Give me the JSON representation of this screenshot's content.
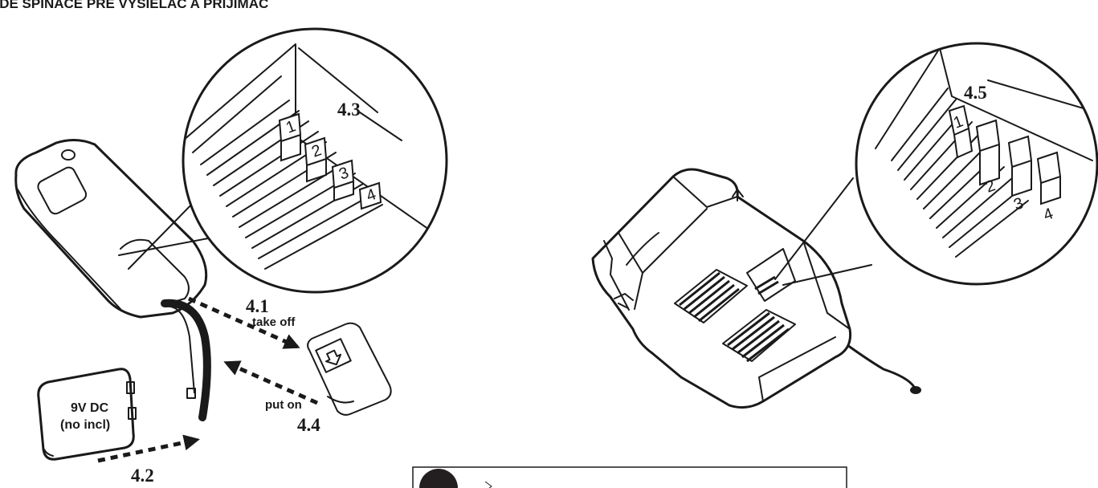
{
  "title": "ODE SPÍNAČE PRE VYSIELAČ A PRIJÍMAČ",
  "labels": {
    "step_4_1": "4.1",
    "step_4_2": "4.2",
    "step_4_3": "4.3",
    "step_4_4": "4.4",
    "step_4_5": "4.5",
    "take_off": "take off",
    "put_on": "put on",
    "battery_line1": "9V DC",
    "battery_line2": "(no incl)"
  },
  "switches_left": [
    "1",
    "2",
    "3",
    "4"
  ],
  "switches_right": [
    "1",
    "2",
    "3",
    "4"
  ]
}
